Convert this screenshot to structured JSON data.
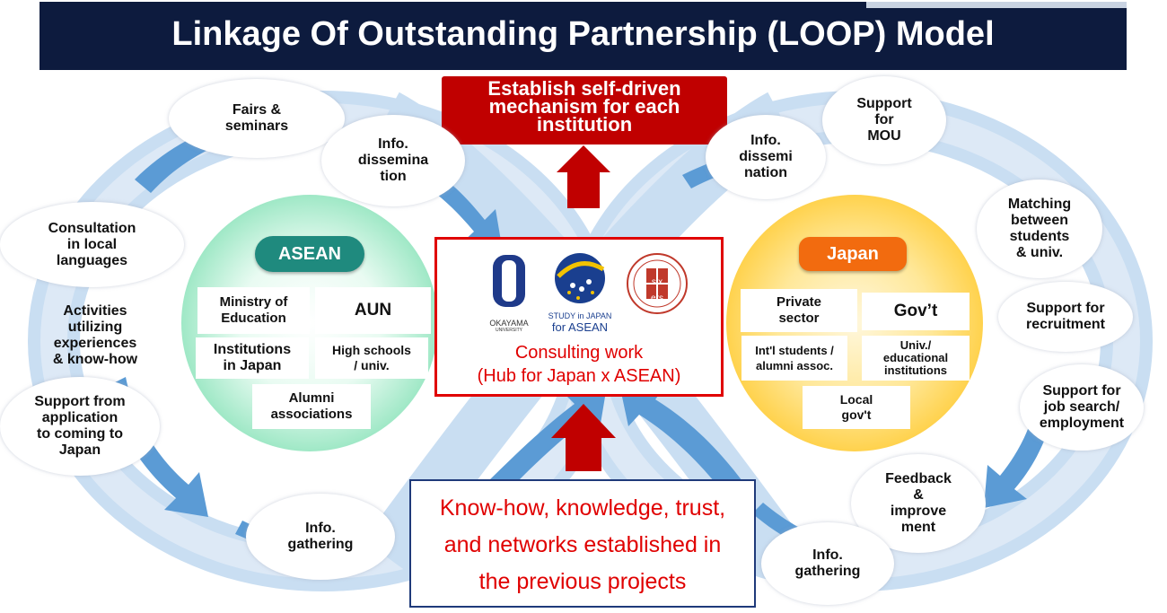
{
  "title": "Linkage Of Outstanding Partnership (LOOP) Model",
  "top_goal": "Establish self-driven\nmechanism for each\ninstitution",
  "center": {
    "logos": {
      "okayama_name": "OKAYAMA",
      "okayama_sub": "UNIVERSITY",
      "study_line1": "STUDY in JAPAN",
      "study_line2": "for ASEAN",
      "sixers_text": "six ers"
    },
    "consulting": "Consulting work\n(Hub for Japan x ASEAN)"
  },
  "foundation": "Know-how, knowledge, trust,\nand networks established in\nthe previous projects",
  "asean": {
    "label": "ASEAN",
    "boxes": {
      "ministry": "Ministry of\nEducation",
      "aun": "AUN",
      "institutions": "Institutions\nin Japan",
      "highschools": "High schools\n/ univ.",
      "alumni": "Alumni\nassociations"
    }
  },
  "japan": {
    "label": "Japan",
    "boxes": {
      "private": "Private\nsector",
      "govt": "Gov’t",
      "intl": "Int'l students /\nalumni assoc.",
      "univ": "Univ./\neducational\ninstitutions",
      "local": "Local\ngov't"
    }
  },
  "left_items": {
    "fairs": "Fairs &\nseminars",
    "info_dissem": "Info.\ndissemina\ntion",
    "consultation": "Consultation\nin local\nlanguages",
    "activities": "Activities\nutilizing\nexperiences\n& know-how",
    "support_app": "Support from\napplication\nto coming to\nJapan",
    "info_gather": "Info.\ngathering"
  },
  "right_items": {
    "info_dissem": "Info.\ndissemi\nnation",
    "mou": "Support\nfor\nMOU",
    "matching": "Matching\nbetween\nstudents\n& univ.",
    "recruitment": "Support for\nrecruitment",
    "job": "Support for\njob search/\nemployment",
    "feedback": "Feedback\n&\nimprove\nment",
    "info_gather": "Info.\ngathering"
  },
  "colors": {
    "navy": "#0d1b3e",
    "red": "#c00000",
    "loop_light": "#bdd7ee",
    "loop_arrow": "#5b9bd5",
    "asean_green": "#b7f0d3",
    "asean_pill": "#1f8a7e",
    "japan_yellow": "#ffd966",
    "japan_pill": "#f26b0f"
  }
}
